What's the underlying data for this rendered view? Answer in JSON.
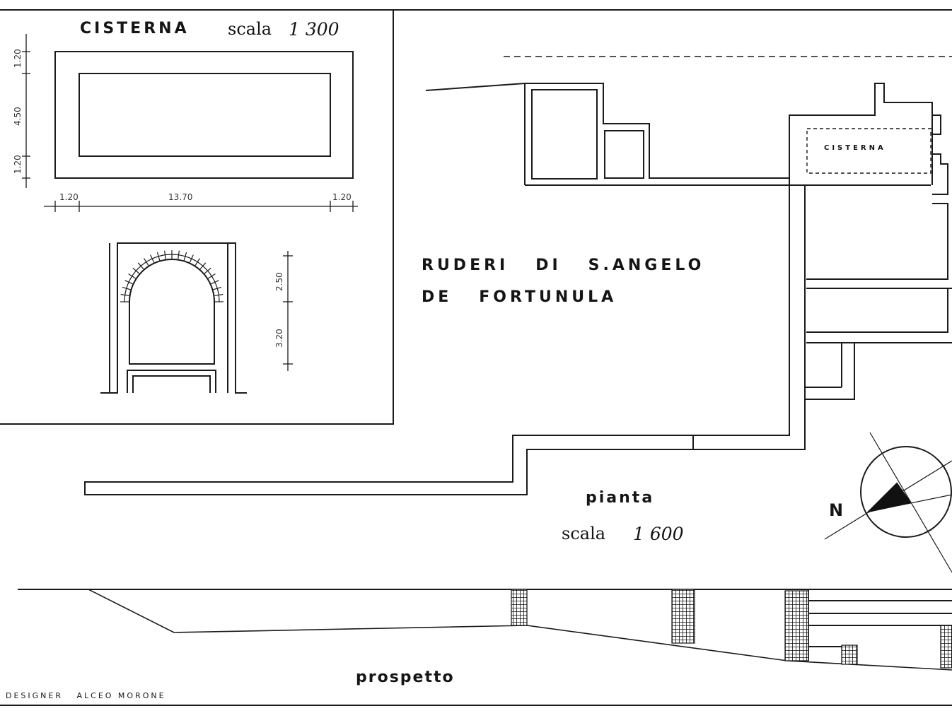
{
  "cisterna_panel": {
    "title": "CISTERNA",
    "scale_word": "scala",
    "scale_value": "1 300",
    "dims_plan_vertical": [
      "1.20",
      "4.50",
      "1.20"
    ],
    "dims_plan_horizontal": [
      "1.20",
      "13.70",
      "1.20"
    ],
    "dims_section_vertical": [
      "2.50",
      "3.20"
    ]
  },
  "site": {
    "title_line1": "RUDERI   DI   S.ANGELO",
    "title_line2": "DE   FORTUNULA",
    "cisterna_label": "CISTERNA",
    "plan_label": "pianta",
    "scale_word": "scala",
    "scale_value": "1 600",
    "north_label": "N"
  },
  "elevation": {
    "label": "prospetto"
  },
  "credit": "DESIGNER   ALCEO MORONE"
}
